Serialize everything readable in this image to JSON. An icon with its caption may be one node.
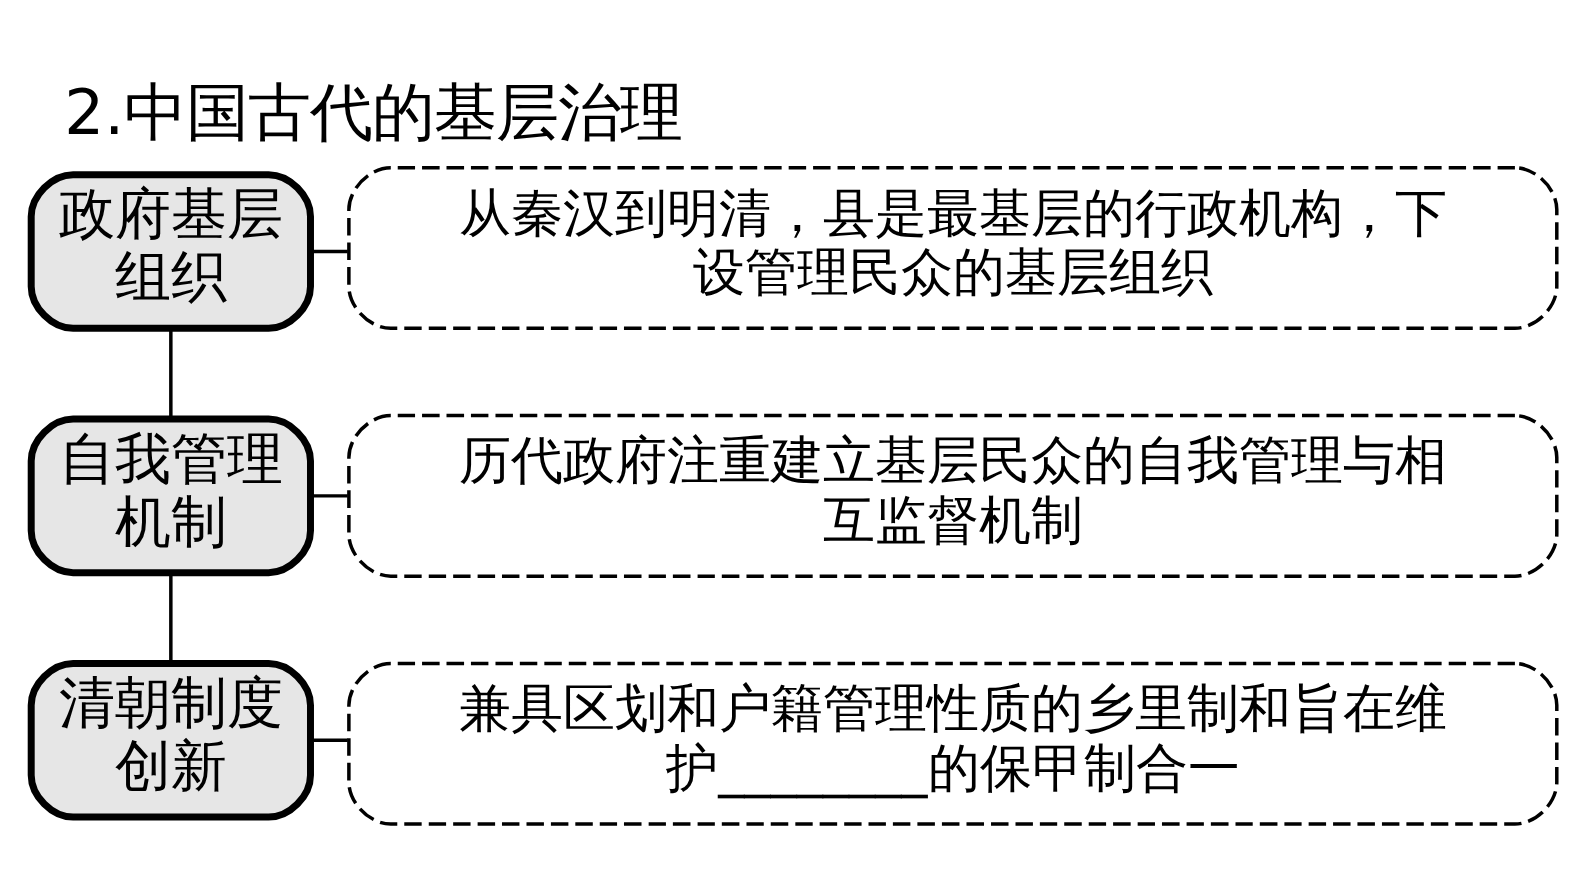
{
  "diagram": {
    "title": "2.中国古代的基层治理",
    "nodes": [
      {
        "text": [
          "政府基层组织"
        ]
      },
      {
        "text": [
          "从秦汉到明清，县是最基层的行政机构，下设管理民众的基层组织"
        ]
      },
      {
        "text": [
          "自我管理机制"
        ]
      },
      {
        "text": [
          "历代政府注重建立基层民众的自我管理与相互监督机制"
        ]
      },
      {
        "text": [
          "清朝制度创新"
        ]
      },
      {
        "text": [
          "兼具区划和户籍管理性质的乡里制和旨在维护________的保甲制合一"
        ]
      }
    ],
    "edges": [
      {
        "from": 0,
        "to": 2,
        "arrow": "none"
      },
      {
        "from": 2,
        "to": 4,
        "arrow": "none"
      },
      {
        "from": 0,
        "to": 1,
        "arrow": "none"
      },
      {
        "from": 2,
        "to": 3,
        "arrow": "none"
      },
      {
        "from": 4,
        "to": 5,
        "arrow": "none"
      }
    ]
  }
}
